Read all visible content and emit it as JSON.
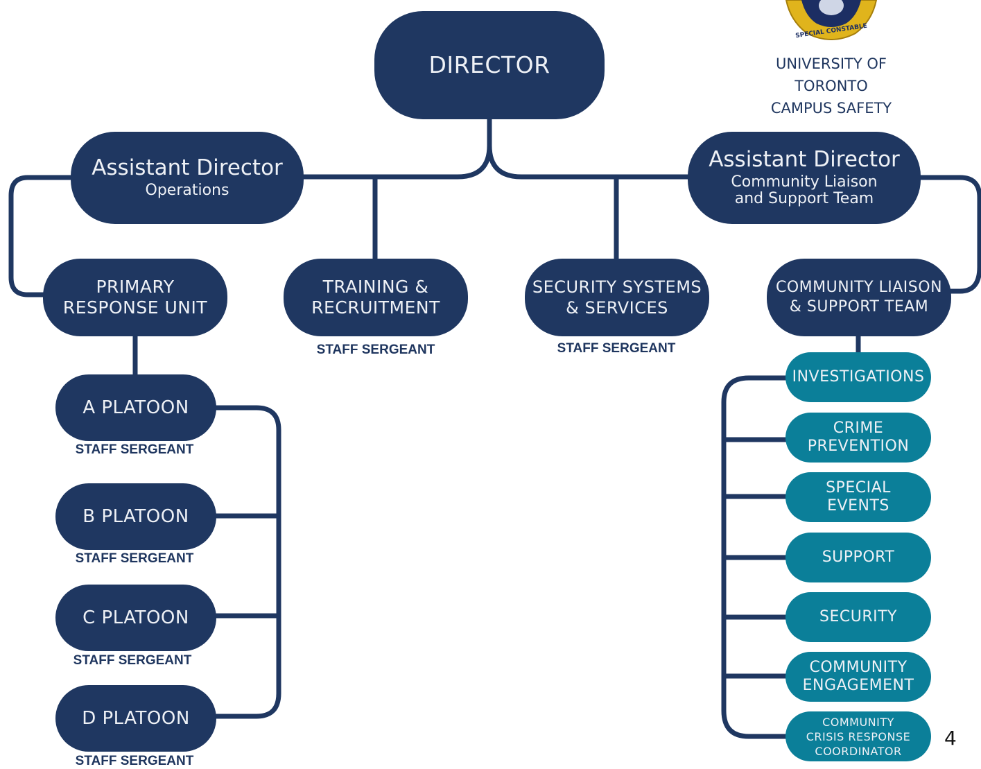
{
  "colors": {
    "navy": "#1f3761",
    "teal": "#0b7f99",
    "caption": "#1e355e"
  },
  "director": {
    "title": "DIRECTOR"
  },
  "logo": {
    "badge_text": "SPECIAL CONSTABLE",
    "lines": [
      "UNIVERSITY OF",
      "TORONTO",
      "CAMPUS SAFETY"
    ]
  },
  "assistant_ops": {
    "title": "Assistant Director",
    "subtitle": "Operations"
  },
  "assistant_community": {
    "title": "Assistant Director",
    "subtitle_lines": [
      "Community Liaison",
      "and Support Team"
    ]
  },
  "units": {
    "primary": {
      "lines": [
        "PRIMARY",
        "RESPONSE UNIT"
      ]
    },
    "training": {
      "lines": [
        "TRAINING &",
        "RECRUITMENT"
      ],
      "caption": "STAFF SERGEANT"
    },
    "security_systems": {
      "lines": [
        "SECURITY SYSTEMS",
        "& SERVICES"
      ],
      "caption": "STAFF SERGEANT"
    },
    "community_team": {
      "lines": [
        "COMMUNITY LIAISON",
        "& SUPPORT TEAM"
      ]
    }
  },
  "platoons": [
    {
      "label": "A PLATOON",
      "caption": "STAFF SERGEANT"
    },
    {
      "label": "B PLATOON",
      "caption": "STAFF SERGEANT"
    },
    {
      "label": "C PLATOON",
      "caption": "STAFF SERGEANT"
    },
    {
      "label": "D PLATOON",
      "caption": "STAFF SERGEANT"
    }
  ],
  "community_units": [
    {
      "lines": [
        "INVESTIGATIONS"
      ]
    },
    {
      "lines": [
        "CRIME",
        "PREVENTION"
      ]
    },
    {
      "lines": [
        "SPECIAL",
        "EVENTS"
      ]
    },
    {
      "lines": [
        "SUPPORT"
      ]
    },
    {
      "lines": [
        "SECURITY"
      ]
    },
    {
      "lines": [
        "COMMUNITY",
        "ENGAGEMENT"
      ]
    },
    {
      "lines": [
        "COMMUNITY",
        "CRISIS RESPONSE",
        "COORDINATOR"
      ]
    }
  ],
  "page_number": "4"
}
